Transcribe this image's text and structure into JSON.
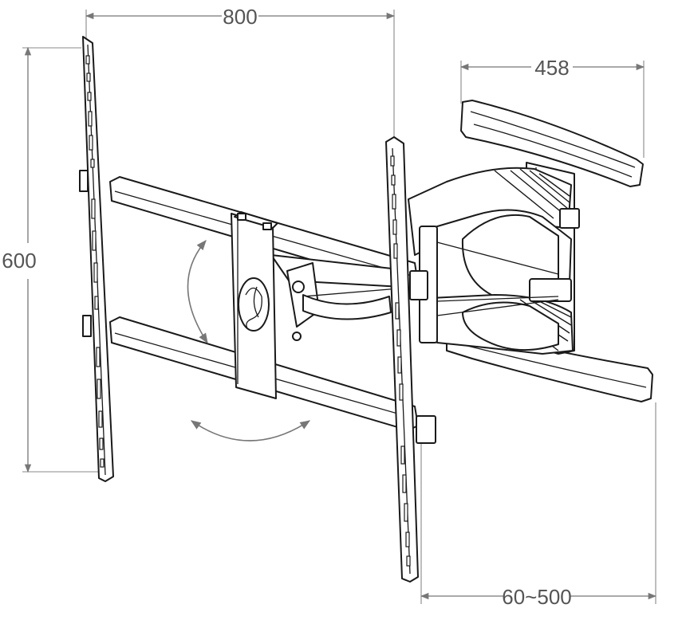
{
  "dimensions": {
    "width": "800",
    "height": "600",
    "arm_plate_width": "458",
    "extension": "60~500"
  },
  "colors": {
    "line": "#1a1a1a",
    "dimension": "#777777",
    "background": "#ffffff"
  },
  "icons": {
    "logo": "swirl-logo-icon",
    "rotation": "double-arrow-icon"
  }
}
